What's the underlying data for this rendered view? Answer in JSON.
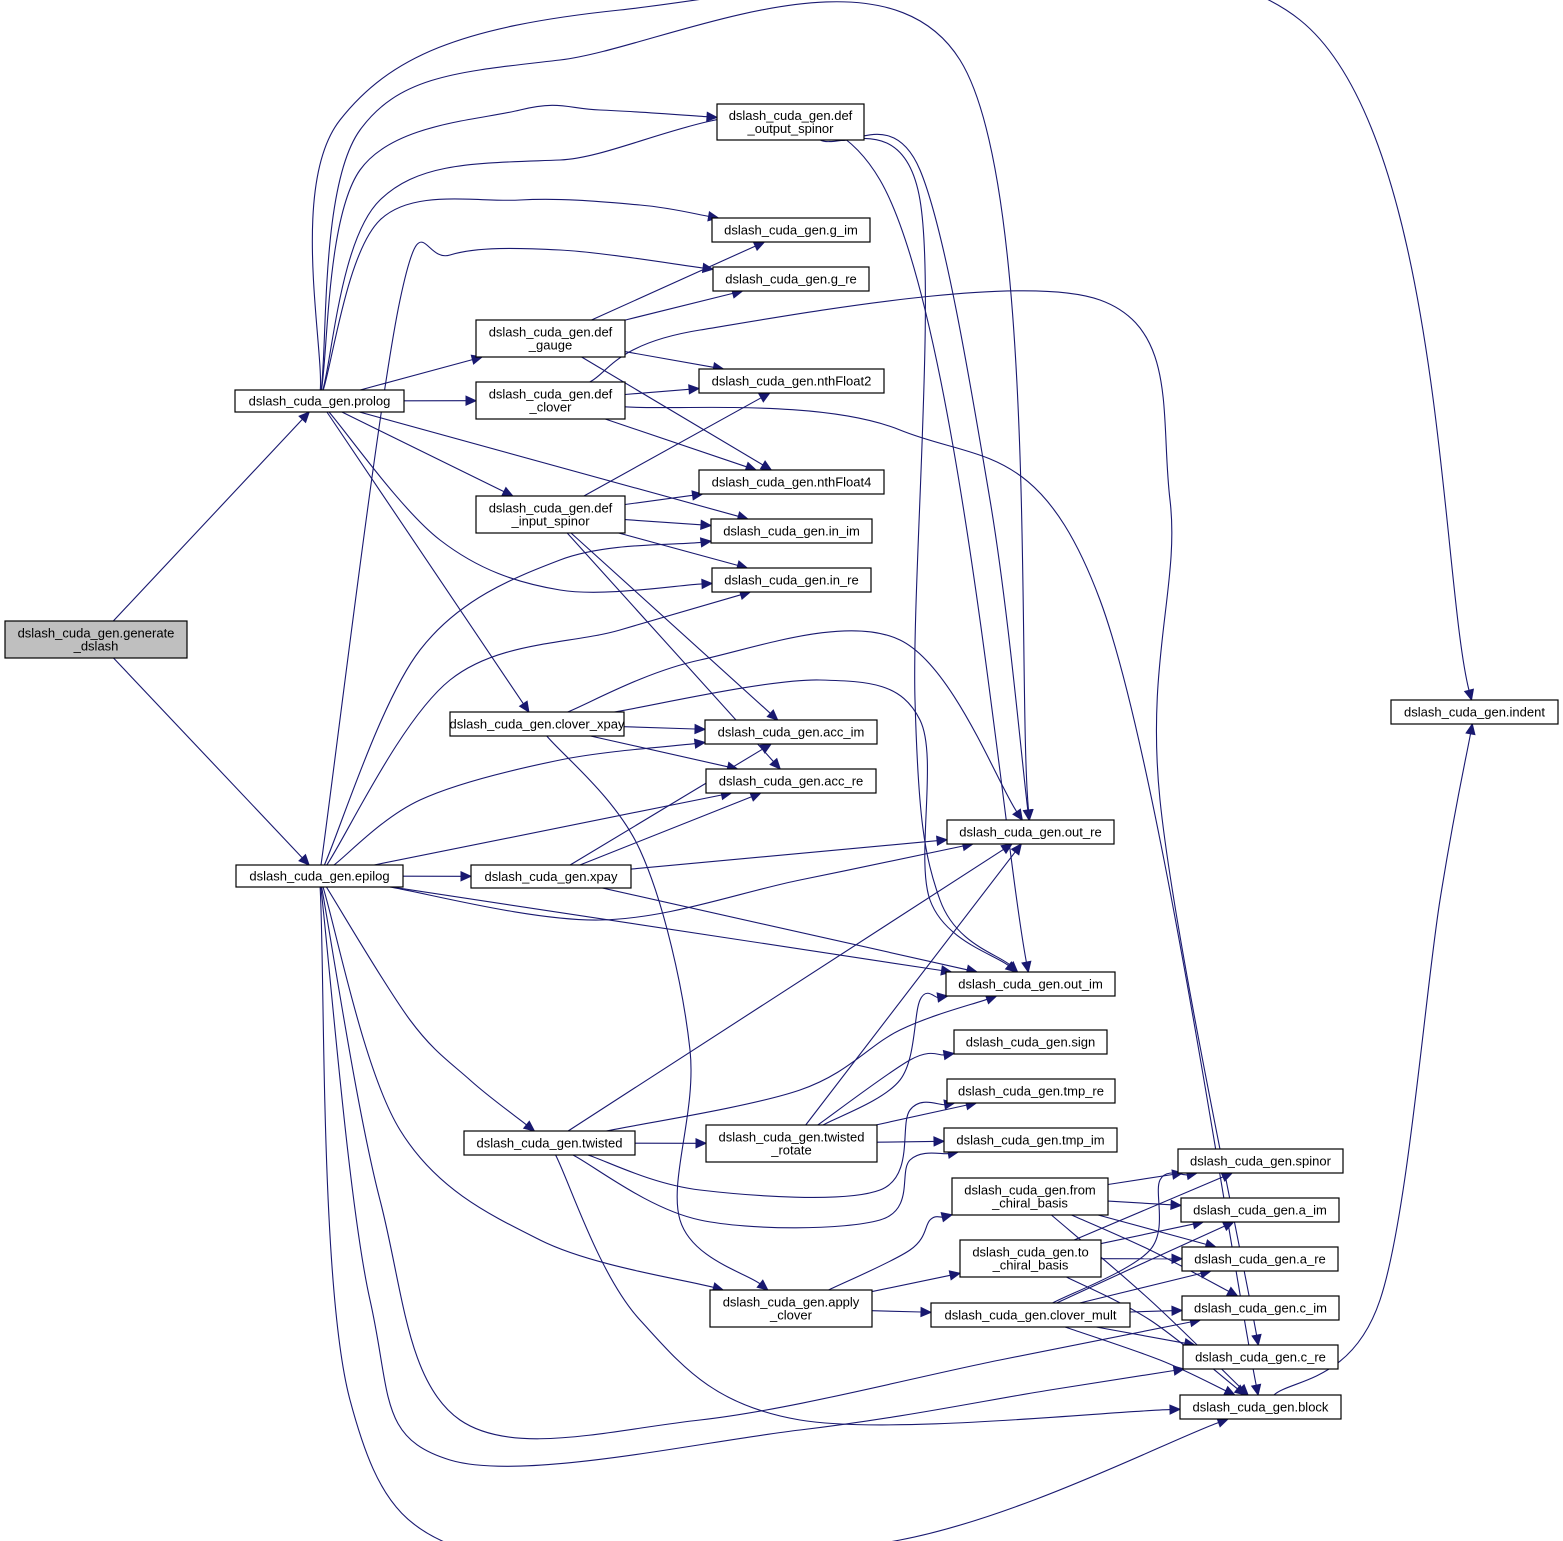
{
  "diagram": {
    "type": "call-graph",
    "colors": {
      "edge": "#191970",
      "root_fill": "#bfbfbf",
      "node_fill": "#ffffff",
      "border": "#000000"
    },
    "nodes": [
      {
        "id": "generate_dslash",
        "lines": [
          "dslash_cuda_gen.generate",
          "_dslash"
        ],
        "root": true
      },
      {
        "id": "prolog",
        "lines": [
          "dslash_cuda_gen.prolog"
        ]
      },
      {
        "id": "epilog",
        "lines": [
          "dslash_cuda_gen.epilog"
        ]
      },
      {
        "id": "def_gauge",
        "lines": [
          "dslash_cuda_gen.def",
          "_gauge"
        ]
      },
      {
        "id": "def_clover",
        "lines": [
          "dslash_cuda_gen.def",
          "_clover"
        ]
      },
      {
        "id": "def_input_spinor",
        "lines": [
          "dslash_cuda_gen.def",
          "_input_spinor"
        ]
      },
      {
        "id": "clover_xpay",
        "lines": [
          "dslash_cuda_gen.clover_xpay"
        ]
      },
      {
        "id": "xpay",
        "lines": [
          "dslash_cuda_gen.xpay"
        ]
      },
      {
        "id": "twisted",
        "lines": [
          "dslash_cuda_gen.twisted"
        ]
      },
      {
        "id": "def_output_spinor",
        "lines": [
          "dslash_cuda_gen.def",
          "_output_spinor"
        ]
      },
      {
        "id": "g_im",
        "lines": [
          "dslash_cuda_gen.g_im"
        ]
      },
      {
        "id": "g_re",
        "lines": [
          "dslash_cuda_gen.g_re"
        ]
      },
      {
        "id": "nthFloat2",
        "lines": [
          "dslash_cuda_gen.nthFloat2"
        ]
      },
      {
        "id": "nthFloat4",
        "lines": [
          "dslash_cuda_gen.nthFloat4"
        ]
      },
      {
        "id": "in_im",
        "lines": [
          "dslash_cuda_gen.in_im"
        ]
      },
      {
        "id": "in_re",
        "lines": [
          "dslash_cuda_gen.in_re"
        ]
      },
      {
        "id": "acc_im",
        "lines": [
          "dslash_cuda_gen.acc_im"
        ]
      },
      {
        "id": "acc_re",
        "lines": [
          "dslash_cuda_gen.acc_re"
        ]
      },
      {
        "id": "twisted_rotate",
        "lines": [
          "dslash_cuda_gen.twisted",
          "_rotate"
        ]
      },
      {
        "id": "apply_clover",
        "lines": [
          "dslash_cuda_gen.apply",
          "_clover"
        ]
      },
      {
        "id": "out_re",
        "lines": [
          "dslash_cuda_gen.out_re"
        ]
      },
      {
        "id": "out_im",
        "lines": [
          "dslash_cuda_gen.out_im"
        ]
      },
      {
        "id": "sign",
        "lines": [
          "dslash_cuda_gen.sign"
        ]
      },
      {
        "id": "tmp_re",
        "lines": [
          "dslash_cuda_gen.tmp_re"
        ]
      },
      {
        "id": "tmp_im",
        "lines": [
          "dslash_cuda_gen.tmp_im"
        ]
      },
      {
        "id": "from_chiral_basis",
        "lines": [
          "dslash_cuda_gen.from",
          "_chiral_basis"
        ]
      },
      {
        "id": "to_chiral_basis",
        "lines": [
          "dslash_cuda_gen.to",
          "_chiral_basis"
        ]
      },
      {
        "id": "clover_mult",
        "lines": [
          "dslash_cuda_gen.clover_mult"
        ]
      },
      {
        "id": "spinor",
        "lines": [
          "dslash_cuda_gen.spinor"
        ]
      },
      {
        "id": "a_im",
        "lines": [
          "dslash_cuda_gen.a_im"
        ]
      },
      {
        "id": "a_re",
        "lines": [
          "dslash_cuda_gen.a_re"
        ]
      },
      {
        "id": "c_im",
        "lines": [
          "dslash_cuda_gen.c_im"
        ]
      },
      {
        "id": "c_re",
        "lines": [
          "dslash_cuda_gen.c_re"
        ]
      },
      {
        "id": "block",
        "lines": [
          "dslash_cuda_gen.block"
        ]
      },
      {
        "id": "indent",
        "lines": [
          "dslash_cuda_gen.indent"
        ]
      }
    ],
    "edges": [
      [
        "generate_dslash",
        "prolog"
      ],
      [
        "generate_dslash",
        "epilog"
      ],
      [
        "prolog",
        "def_gauge"
      ],
      [
        "prolog",
        "def_clover"
      ],
      [
        "prolog",
        "def_input_spinor"
      ],
      [
        "prolog",
        "clover_xpay"
      ],
      [
        "prolog",
        "def_output_spinor"
      ],
      [
        "prolog",
        "indent"
      ],
      [
        "prolog",
        "out_re"
      ],
      [
        "prolog",
        "out_im"
      ],
      [
        "prolog",
        "g_im"
      ],
      [
        "prolog",
        "in_im"
      ],
      [
        "prolog",
        "in_re"
      ],
      [
        "def_gauge",
        "g_im"
      ],
      [
        "def_gauge",
        "g_re"
      ],
      [
        "def_gauge",
        "nthFloat2"
      ],
      [
        "def_gauge",
        "nthFloat4"
      ],
      [
        "def_clover",
        "nthFloat2"
      ],
      [
        "def_clover",
        "nthFloat4"
      ],
      [
        "def_clover",
        "block"
      ],
      [
        "def_clover",
        "c_re"
      ],
      [
        "def_input_spinor",
        "nthFloat2"
      ],
      [
        "def_input_spinor",
        "nthFloat4"
      ],
      [
        "def_input_spinor",
        "in_im"
      ],
      [
        "def_input_spinor",
        "in_re"
      ],
      [
        "def_input_spinor",
        "acc_im"
      ],
      [
        "def_input_spinor",
        "acc_re"
      ],
      [
        "def_output_spinor",
        "out_re"
      ],
      [
        "def_output_spinor",
        "out_im"
      ],
      [
        "clover_xpay",
        "acc_im"
      ],
      [
        "clover_xpay",
        "acc_re"
      ],
      [
        "clover_xpay",
        "out_re"
      ],
      [
        "clover_xpay",
        "out_im"
      ],
      [
        "clover_xpay",
        "apply_clover"
      ],
      [
        "epilog",
        "xpay"
      ],
      [
        "epilog",
        "twisted"
      ],
      [
        "epilog",
        "apply_clover"
      ],
      [
        "epilog",
        "g_re"
      ],
      [
        "epilog",
        "in_im"
      ],
      [
        "epilog",
        "in_re"
      ],
      [
        "epilog",
        "acc_im"
      ],
      [
        "epilog",
        "acc_re"
      ],
      [
        "epilog",
        "out_re"
      ],
      [
        "epilog",
        "out_im"
      ],
      [
        "epilog",
        "c_im"
      ],
      [
        "epilog",
        "c_re"
      ],
      [
        "epilog",
        "block"
      ],
      [
        "xpay",
        "acc_im"
      ],
      [
        "xpay",
        "acc_re"
      ],
      [
        "xpay",
        "out_re"
      ],
      [
        "xpay",
        "out_im"
      ],
      [
        "twisted",
        "twisted_rotate"
      ],
      [
        "twisted",
        "out_re"
      ],
      [
        "twisted",
        "out_im"
      ],
      [
        "twisted",
        "tmp_re"
      ],
      [
        "twisted",
        "tmp_im"
      ],
      [
        "twisted",
        "block"
      ],
      [
        "twisted_rotate",
        "out_re"
      ],
      [
        "twisted_rotate",
        "out_im"
      ],
      [
        "twisted_rotate",
        "sign"
      ],
      [
        "twisted_rotate",
        "tmp_re"
      ],
      [
        "twisted_rotate",
        "tmp_im"
      ],
      [
        "apply_clover",
        "from_chiral_basis"
      ],
      [
        "apply_clover",
        "to_chiral_basis"
      ],
      [
        "apply_clover",
        "clover_mult"
      ],
      [
        "from_chiral_basis",
        "spinor"
      ],
      [
        "from_chiral_basis",
        "a_im"
      ],
      [
        "from_chiral_basis",
        "a_re"
      ],
      [
        "from_chiral_basis",
        "c_im"
      ],
      [
        "from_chiral_basis",
        "block"
      ],
      [
        "to_chiral_basis",
        "spinor"
      ],
      [
        "to_chiral_basis",
        "a_im"
      ],
      [
        "to_chiral_basis",
        "a_re"
      ],
      [
        "to_chiral_basis",
        "block"
      ],
      [
        "clover_mult",
        "spinor"
      ],
      [
        "clover_mult",
        "a_im"
      ],
      [
        "clover_mult",
        "a_re"
      ],
      [
        "clover_mult",
        "c_im"
      ],
      [
        "clover_mult",
        "c_re"
      ],
      [
        "clover_mult",
        "block"
      ],
      [
        "block",
        "indent"
      ]
    ]
  }
}
